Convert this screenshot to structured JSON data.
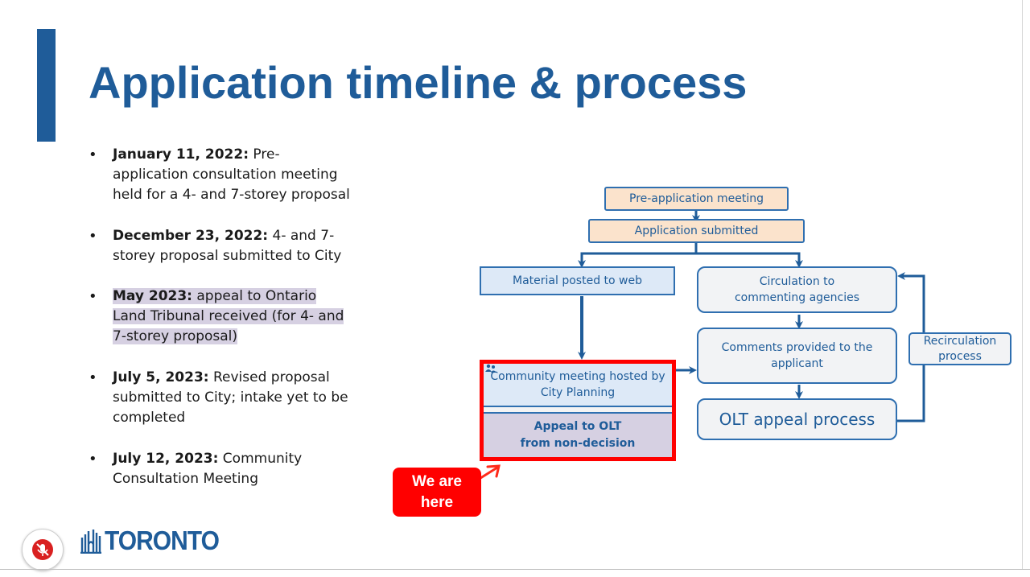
{
  "slide": {
    "title": "Application timeline & process",
    "bullets": [
      {
        "date": "January 11, 2022:",
        "text": " Pre-application consultation meeting held for a 4- and 7-storey proposal",
        "highlight": false
      },
      {
        "date": "December 23, 2022:",
        "text": " 4- and 7-storey proposal submitted to City",
        "highlight": false
      },
      {
        "date": "May 2023:",
        "text": " appeal to Ontario Land Tribunal received (for 4- and 7-storey proposal)",
        "highlight": true
      },
      {
        "date": "July 5, 2023:",
        "text": " Revised proposal submitted to City; intake yet to be completed",
        "highlight": false
      },
      {
        "date": "July 12, 2023:",
        "text": " Community Consultation Meeting",
        "highlight": false
      }
    ]
  },
  "diagram": {
    "pre_application": "Pre-application meeting",
    "application_submitted": "Application submitted",
    "material_posted": "Material posted to web",
    "circulation": "Circulation to commenting agencies",
    "comments_provided": "Comments provided to the applicant",
    "recirculation": "Recirculation process",
    "olt_appeal_process": "OLT appeal process",
    "community_meeting": "Community meeting hosted by City Planning",
    "appeal_line1": "Appeal to OLT",
    "appeal_line2": "from non-decision",
    "callout_line1": "We are",
    "callout_line2": "here"
  },
  "branding": {
    "logo_text": "TORONTO",
    "accent_color": "#1f5c99",
    "highlight_color": "#ff0000"
  },
  "icons": {
    "mute": "microphone-muted-icon",
    "logo": "toronto-city-hall-icon"
  }
}
